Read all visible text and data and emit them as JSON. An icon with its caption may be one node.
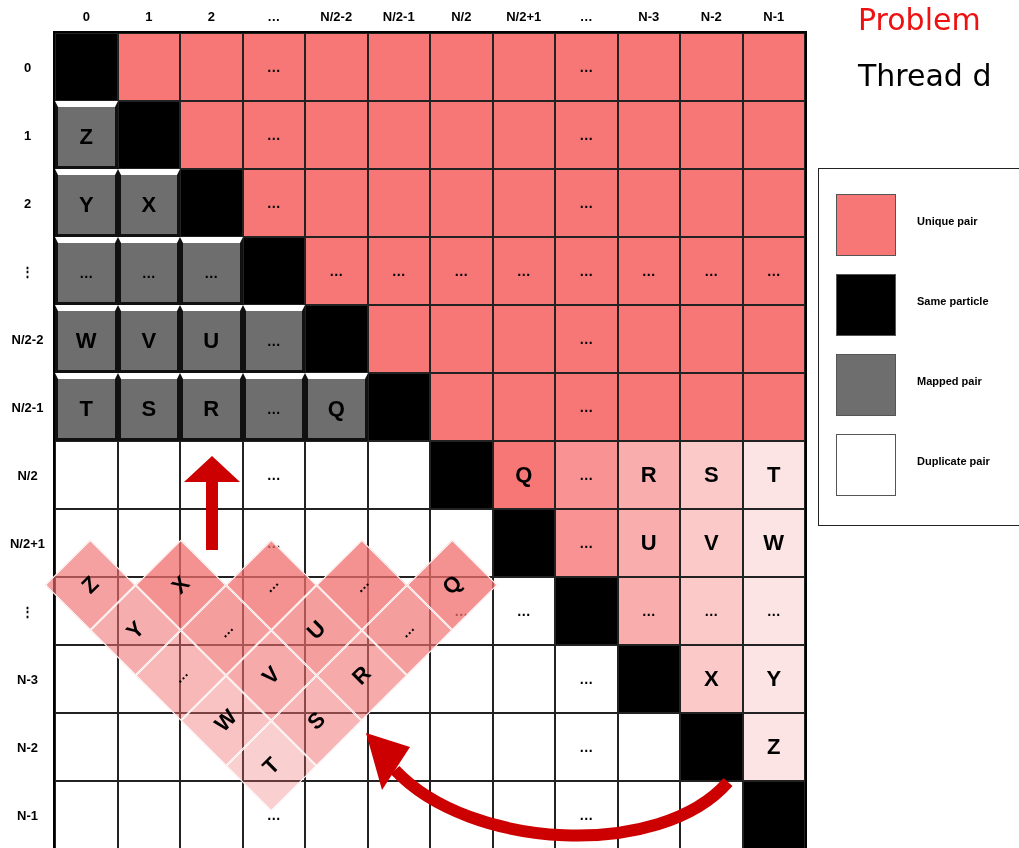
{
  "diagram": {
    "labels": [
      "Problem",
      "Thread d",
      "0",
      "1",
      "2",
      "…",
      "N/2-2",
      "N/2-1",
      "N/2",
      "N/2+1",
      "…",
      "N-3",
      "N-2",
      "N-1",
      "0",
      "1",
      "2",
      "⋮",
      "N/2-2",
      "N/2-1",
      "N/2",
      "N/2+1",
      "⋮",
      "N-3",
      "N-2",
      "N-1",
      "…",
      "…",
      "Z",
      "…",
      "…",
      "Y",
      "X",
      "…",
      "…",
      "…",
      "…",
      "…",
      "…",
      "…",
      "…",
      "…",
      "…",
      "…",
      "…",
      "…",
      "W",
      "V",
      "U",
      "…",
      "…",
      "T",
      "S",
      "R",
      "…",
      "Q",
      "…",
      "…",
      "Q",
      "…",
      "R",
      "S",
      "T",
      "…",
      "…",
      "U",
      "V",
      "W",
      "…",
      "…",
      "…",
      "…",
      "…",
      "…",
      "X",
      "Y",
      "…",
      "Z",
      "…",
      "…",
      "Z",
      "Y",
      "X",
      "…",
      "…",
      "…",
      "W",
      "V",
      "U",
      "…",
      "T",
      "S",
      "R",
      "…",
      "Q"
    ],
    "legend": [
      {
        "text": "Unique pair",
        "color": "#f77777"
      },
      {
        "text": "Same particle",
        "color": "#000000"
      },
      {
        "text": "Mapped pair",
        "color": "#6e6e6e"
      },
      {
        "text": "Duplicate pair",
        "color": "#ffffff"
      }
    ]
  }
}
